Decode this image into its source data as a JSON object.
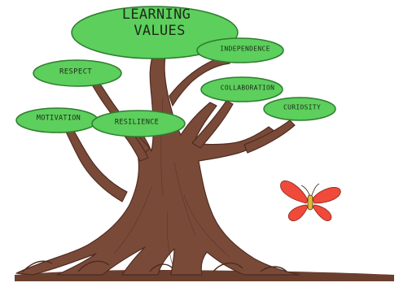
{
  "title": {
    "line1": "LEARNING",
    "line2": "VALUES"
  },
  "values": {
    "independence": "INDEPENDENCE",
    "respect": "RESPECT",
    "collaboration": "COLLABORATION",
    "curiosity": "CURIOSITY",
    "motivation": "MOTIVATION",
    "resilience": "RESILIENCE"
  },
  "colors": {
    "leaf": "#5ccf5c",
    "leaf_edge": "#2f7d2f",
    "trunk": "#7a4a38",
    "trunk_dark": "#4e2c22",
    "ground": "#6b3f2e",
    "butterfly": "#ef4a3a"
  }
}
